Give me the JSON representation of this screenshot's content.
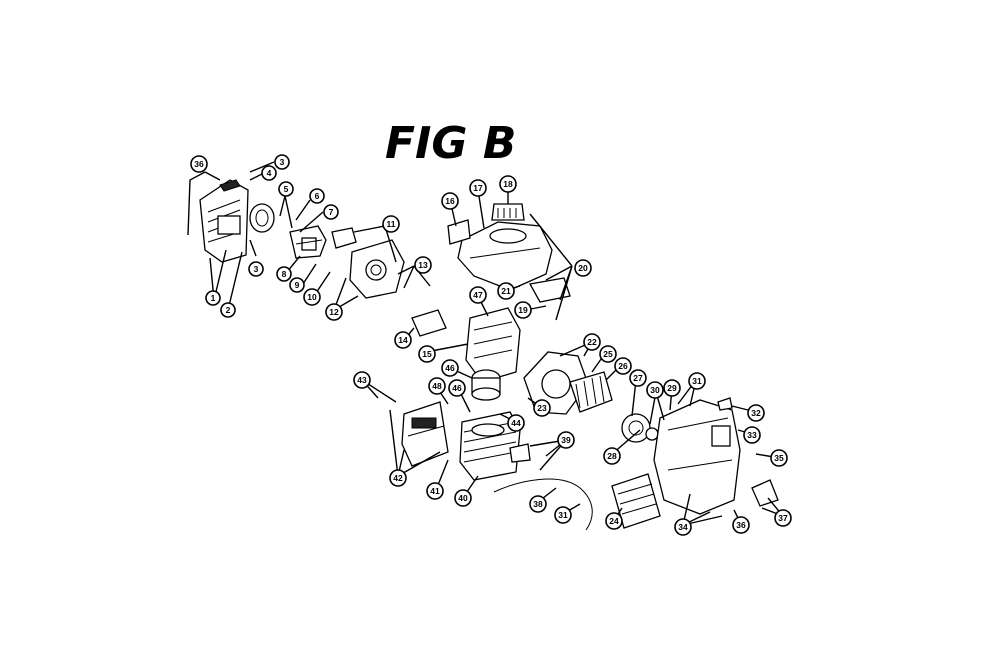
{
  "figure": {
    "title": "FIG B"
  },
  "callouts": [
    "36",
    "3",
    "4",
    "5",
    "6",
    "7",
    "11",
    "3",
    "13",
    "8",
    "9",
    "10",
    "12",
    "1",
    "2",
    "16",
    "17",
    "18",
    "20",
    "21",
    "19",
    "47",
    "14",
    "15",
    "22",
    "25",
    "26",
    "46",
    "27",
    "30",
    "29",
    "31",
    "32",
    "23",
    "43",
    "48",
    "46",
    "44",
    "39",
    "33",
    "28",
    "35",
    "42",
    "41",
    "40",
    "38",
    "31",
    "24",
    "34",
    "36",
    "37"
  ]
}
